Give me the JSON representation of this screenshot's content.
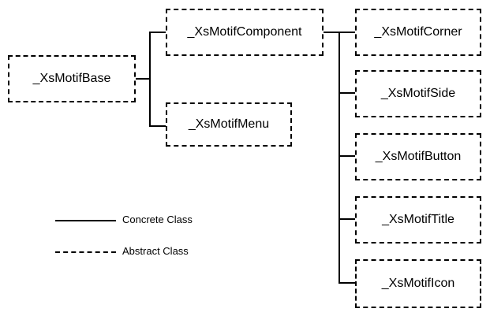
{
  "nodes": {
    "base": "_XsMotifBase",
    "component": "_XsMotifComponent",
    "menu": "_XsMotifMenu",
    "corner": "_XsMotifCorner",
    "side": "_XsMotifSide",
    "button": "_XsMotifButton",
    "title": "_XsMotifTitle",
    "icon": "_XsMotifIcon"
  },
  "legend": {
    "concrete": "Concrete Class",
    "abstract": "Abstract Class"
  },
  "colors": {
    "line": "#000000",
    "background": "#ffffff"
  }
}
